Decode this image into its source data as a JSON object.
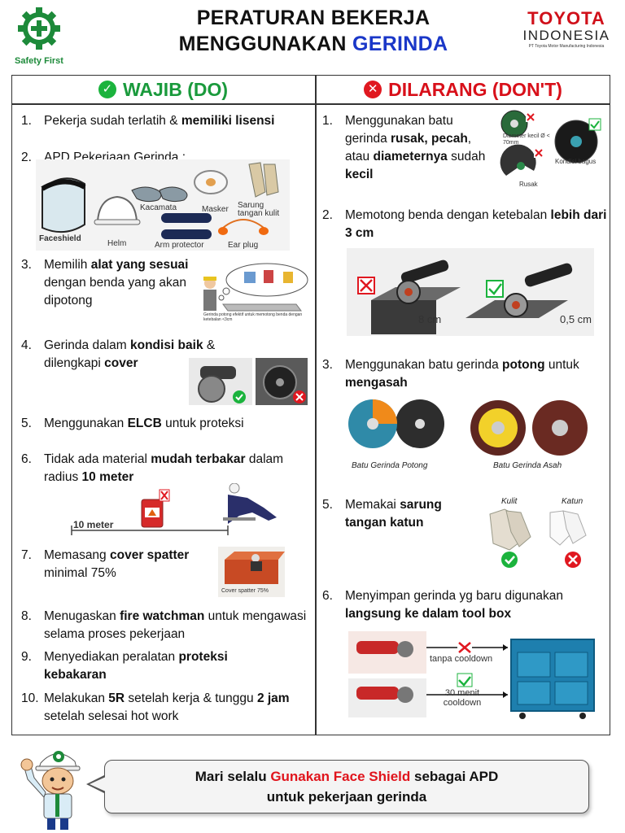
{
  "header": {
    "safety_label": "Safety First",
    "title_line1": "PERATURAN BEKERJA",
    "title_line2_prefix": "MENGGUNAKAN ",
    "title_line2_highlight": "GERINDA",
    "brand_name": "TOYOTA",
    "brand_sub": "INDONESIA",
    "brand_company": "PT Toyota Motor Manufacturing Indonesia"
  },
  "do": {
    "heading": "WAJIB (DO)",
    "items": [
      {
        "num": "1.",
        "pre": "Pekerja sudah terlatih & ",
        "bold": "memiliki lisensi",
        "post": ""
      },
      {
        "num": "2.",
        "pre": "APD Pekerjaan Gerinda :",
        "bold": "",
        "post": ""
      },
      {
        "num": "3.",
        "pre": "Memilih ",
        "bold": "alat yang sesuai",
        "post": " dengan benda yang akan dipotong"
      },
      {
        "num": "4.",
        "pre": "Gerinda dalam ",
        "bold": "kondisi baik",
        "post": " & dilengkapi ",
        "bold2": "cover"
      },
      {
        "num": "5.",
        "pre": "Menggunakan ",
        "bold": "ELCB",
        "post": " untuk proteksi"
      },
      {
        "num": "6.",
        "pre": "Tidak ada material ",
        "bold": "mudah terbakar",
        "post": " dalam radius ",
        "bold2": "10 meter"
      },
      {
        "num": "7.",
        "pre": "Memasang ",
        "bold": "cover spatter",
        "post": " minimal 75%"
      },
      {
        "num": "8.",
        "pre": "Menugaskan ",
        "bold": "fire watchman",
        "post": " untuk mengawasi selama proses pekerjaan"
      },
      {
        "num": "9.",
        "pre": "Menyediakan peralatan ",
        "bold": "proteksi kebakaran",
        "post": ""
      },
      {
        "num": "10.",
        "pre": "Melakukan ",
        "bold": "5R",
        "post": " setelah kerja & tunggu ",
        "bold2": "2 jam",
        "post2": " setelah selesai hot work"
      }
    ],
    "apd_labels": {
      "faceshield": "Faceshield",
      "helm": "Helm",
      "kacamata": "Kacamata",
      "masker": "Masker",
      "sarung": "Sarung tangan kulit",
      "arm": "Arm protector",
      "earplug": "Ear plug"
    },
    "tool_caption": "Gerinda potong efektif untuk memotong benda dengan ketebalan <3cm",
    "distance_label": "10 meter",
    "cover_caption": "Cover spatter 75%"
  },
  "dont": {
    "heading": "DILARANG (DON'T)",
    "items": [
      {
        "num": "1.",
        "pre": "Menggunakan batu gerinda ",
        "bold": "rusak, pecah",
        "post": ", atau ",
        "bold2": "diameternya",
        "post2": " sudah ",
        "bold3": "kecil"
      },
      {
        "num": "2.",
        "pre": "Memotong benda dengan ketebalan ",
        "bold": "lebih dari 3 cm",
        "post": ""
      },
      {
        "num": "3.",
        "pre": "Menggunakan batu gerinda ",
        "bold": "potong",
        "post": " untuk ",
        "bold2": "mengasah"
      },
      {
        "num": "5.",
        "pre": "Memakai ",
        "bold": "sarung tangan katun",
        "post": ""
      },
      {
        "num": "6.",
        "pre": "Menyimpan gerinda yg baru digunakan ",
        "bold": "langsung ke dalam tool box",
        "post": ""
      }
    ],
    "disc_labels": {
      "small": "Diameter kecil Ø < 70mm",
      "good": "Kondisi bagus",
      "broken": "Rusak"
    },
    "thickness": {
      "bad": "8 cm",
      "good": "0,5 cm"
    },
    "disc_captions": {
      "cut": "Batu Gerinda Potong",
      "grind": "Batu Gerinda Asah"
    },
    "glove_labels": {
      "leather": "Kulit",
      "cotton": "Katun"
    },
    "cooldown": {
      "without": "tanpa cooldown",
      "with": "30 menit cooldown"
    }
  },
  "footer": {
    "line1_pre": "Mari selalu ",
    "line1_highlight": "Gunakan Face Shield",
    "line1_post": " sebagai APD",
    "line2": "untuk pekerjaan gerinda"
  },
  "colors": {
    "green": "#1a9a3c",
    "red": "#d8101a",
    "blue": "#1a37c8"
  }
}
